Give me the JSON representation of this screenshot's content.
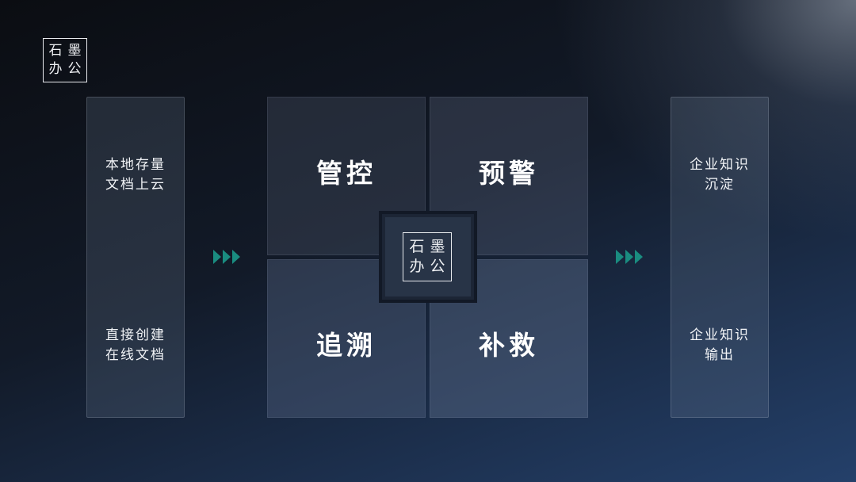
{
  "logo": {
    "chars": [
      "石",
      "墨",
      "办",
      "公"
    ]
  },
  "left_panel": {
    "top_lines": [
      "本地存量",
      "文档上云"
    ],
    "bottom_lines": [
      "直接创建",
      "在线文档"
    ]
  },
  "quadrants": {
    "top_left": "管控",
    "top_right": "预警",
    "bottom_left": "追溯",
    "bottom_right": "补救"
  },
  "right_panel": {
    "top_lines": [
      "企业知识",
      "沉淀"
    ],
    "bottom_lines": [
      "企业知识",
      "输出"
    ]
  },
  "colors": {
    "arrow": "#1a8c80",
    "logo_border": "#e8eaee"
  },
  "icons": {
    "flow_arrow": "triple-chevron-right-icon"
  }
}
